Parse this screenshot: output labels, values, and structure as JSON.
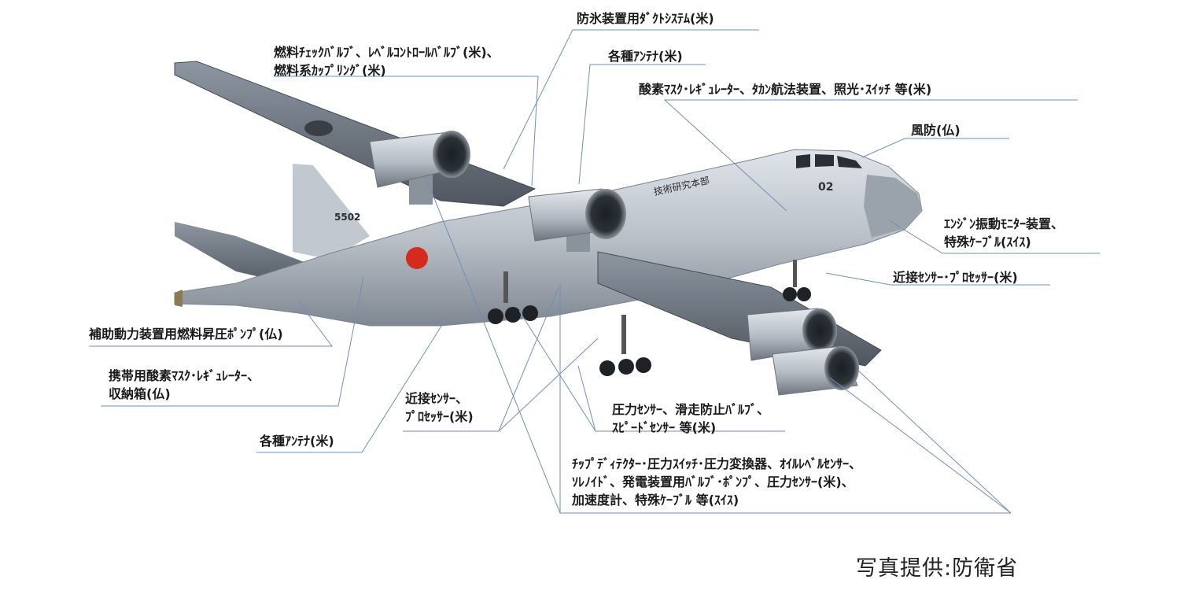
{
  "labels": {
    "deice_duct": [
      "防氷装置用ﾀﾞｸﾄｼｽﾃﾑ(米)"
    ],
    "fuel_valves": [
      "燃料ﾁｪｯｸﾊﾞﾙﾌﾞ、ﾚﾍﾞﾙｺﾝﾄﾛｰﾙﾊﾞﾙﾌﾞ(米)、",
      "燃料系ｶｯﾌﾟﾘﾝｸﾞ(米)"
    ],
    "antenna_top": [
      "各種ｱﾝﾃﾅ(米)"
    ],
    "oxygen_tacan": [
      "酸素ﾏｽｸ･ﾚｷﾞｭﾚｰﾀｰ、ﾀｶﾝ航法装置、照光･ｽｲｯﾁ 等(米)"
    ],
    "windshield": [
      "風防(仏)"
    ],
    "engine_vibration": [
      "ｴﾝｼﾞﾝ振動ﾓﾆﾀｰ装置、",
      "特殊ｹｰﾌﾞﾙ(ｽｲｽ)"
    ],
    "proximity_right": [
      "近接ｾﾝｻｰ･ﾌﾟﾛｾｯｻｰ(米)"
    ],
    "apu_pump": [
      "補助動力装置用燃料昇圧ﾎﾟﾝﾌﾟ(仏)"
    ],
    "portable_oxygen": [
      "携帯用酸素ﾏｽｸ･ﾚｷﾞｭﾚｰﾀｰ、",
      "収納箱(仏)"
    ],
    "proximity_center": [
      "近接ｾﾝｻｰ、",
      "ﾌﾟﾛｾｯｻｰ(米)"
    ],
    "antenna_bottom": [
      "各種ｱﾝﾃﾅ(米)"
    ],
    "pressure_brake": [
      "圧力ｾﾝｻｰ、滑走防止ﾊﾞﾙﾌﾞ、",
      "ｽﾋﾟｰﾄﾞｾﾝｻｰ 等(米)"
    ],
    "chip_detector": [
      "ﾁｯﾌﾟﾃﾞｨﾃｸﾀｰ･圧力ｽｲｯﾁ･圧力変換器、ｵｲﾙﾚﾍﾞﾙｾﾝｻｰ、",
      "ｿﾚﾉｲﾄﾞ、発電装置用ﾊﾞﾙﾌﾞ･ﾎﾟﾝﾌﾟ、圧力ｾﾝｻｰ(米)、",
      "加速度計、特殊ｹｰﾌﾞﾙ 等(ｽｲｽ)"
    ]
  },
  "aircraft": {
    "tail_number": "5502",
    "nose_number": "02",
    "fuselage_text": "技術研究本部",
    "roundel_color": "#d42b1e",
    "body_color": "#b9c0c8"
  },
  "credit": "写真提供:防衛省",
  "colors": {
    "leader_line": "#6f8fb8",
    "text": "#1a1a1a"
  }
}
